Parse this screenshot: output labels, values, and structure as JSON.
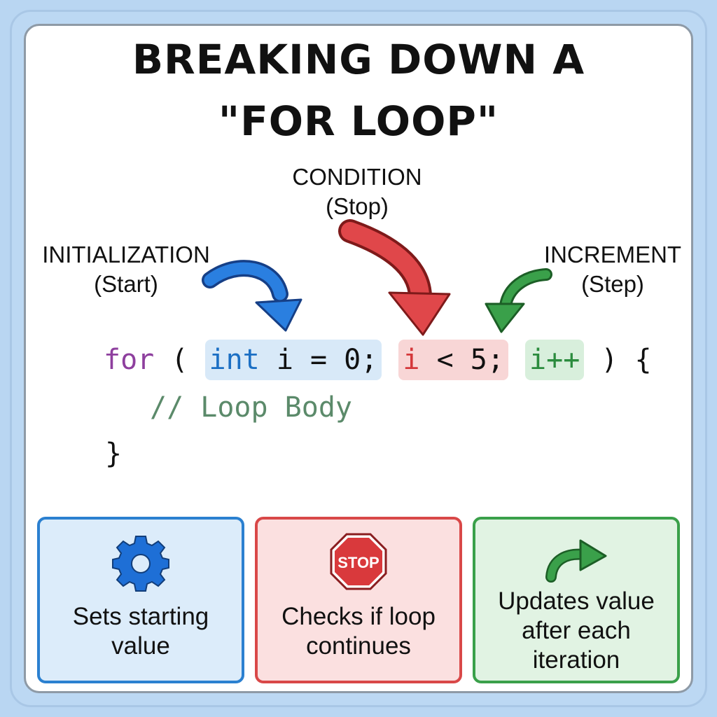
{
  "title": {
    "line1": "BREAKING DOWN A",
    "line2": "\"FOR LOOP\""
  },
  "labels": {
    "initialization": {
      "name": "INITIALIZATION",
      "sub": "(Start)",
      "color": "#1b6fc4"
    },
    "condition": {
      "name": "CONDITION",
      "sub": "(Stop)",
      "color": "#d4383b"
    },
    "increment": {
      "name": "INCREMENT",
      "sub": "(Step)",
      "color": "#2b8c3e"
    }
  },
  "code": {
    "keyword": "for",
    "open_paren": " ( ",
    "init_type": "int",
    "init_rest": " i = 0;",
    "cond_var": "i",
    "cond_rest": " < 5;",
    "increment": "i++",
    "close": " ) {",
    "body_comment": "// Loop Body",
    "close_brace": "}"
  },
  "boxes": {
    "initialization": {
      "icon": "gear-icon",
      "text_line1": "Sets starting",
      "text_line2": "value"
    },
    "condition": {
      "icon": "stop-sign-icon",
      "icon_text": "STOP",
      "text_line1": "Checks if loop",
      "text_line2": "continues"
    },
    "increment": {
      "icon": "curved-arrow-right-icon",
      "text_line1": "Updates value",
      "text_line2": "after each",
      "text_line3": "iteration"
    }
  }
}
